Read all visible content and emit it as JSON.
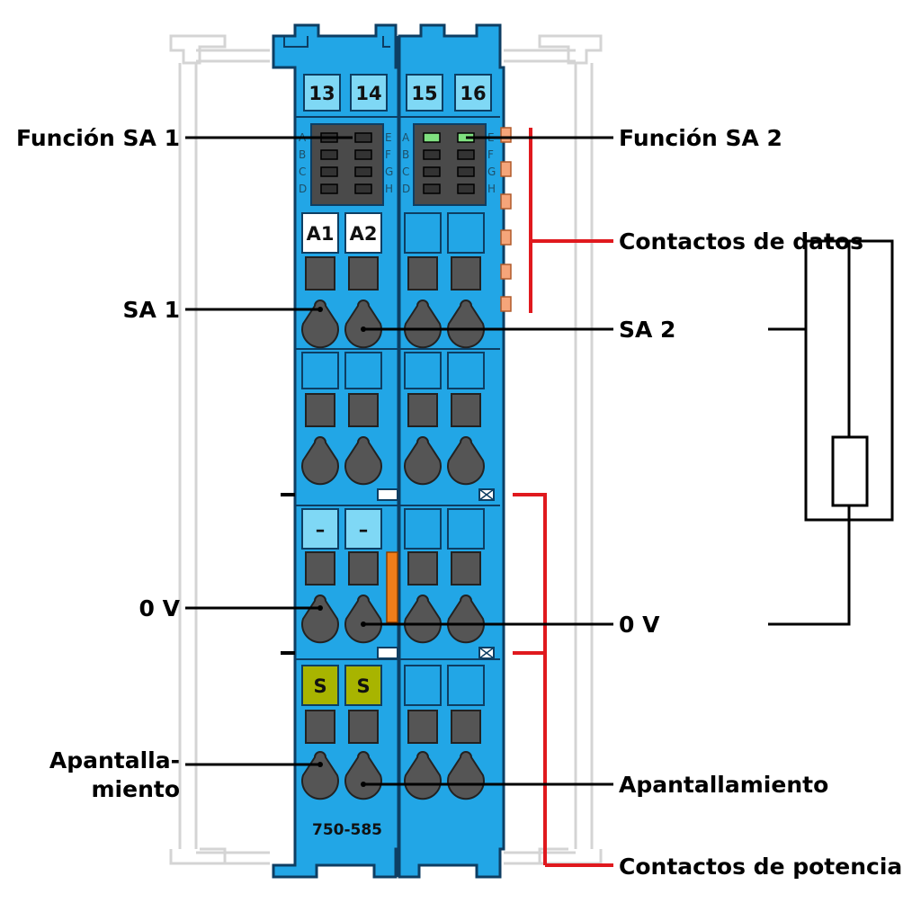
{
  "diagram": {
    "part_number": "750-585",
    "terminal_numbers": [
      "13",
      "14",
      "15",
      "16"
    ],
    "labels": {
      "funcion_sa1": "Función SA 1",
      "funcion_sa2": "Función SA 2",
      "contactos_datos": "Contactos de datos",
      "sa1": "SA 1",
      "sa2": "SA 2",
      "zero_v_left": "0 V",
      "zero_v_right": "0 V",
      "apantalla_line1": "Apantalla-",
      "apantalla_line2": "miento",
      "apantallamiento": "Apantallamiento",
      "contactos_potencia": "Contactos de potencia"
    },
    "terminal_markers": {
      "a1": "A1",
      "a2": "A2",
      "minus1": "–",
      "minus2": "–",
      "s1": "S",
      "s2": "S"
    },
    "led_letters_left": [
      "A",
      "B",
      "C",
      "D"
    ],
    "led_letters_right": [
      "E",
      "F",
      "G",
      "H"
    ],
    "colors": {
      "module_blue": "#22a6e6",
      "light_blue": "#7fd8f5",
      "terminal_grey": "#555555",
      "led_window": "#4a4a4a",
      "led_on": "#7fe07f",
      "marker_yellow": "#a8b400",
      "leader_red": "#e0191e",
      "contact_orange": "#f5a57a",
      "jumper_orange": "#f07d1a"
    }
  }
}
